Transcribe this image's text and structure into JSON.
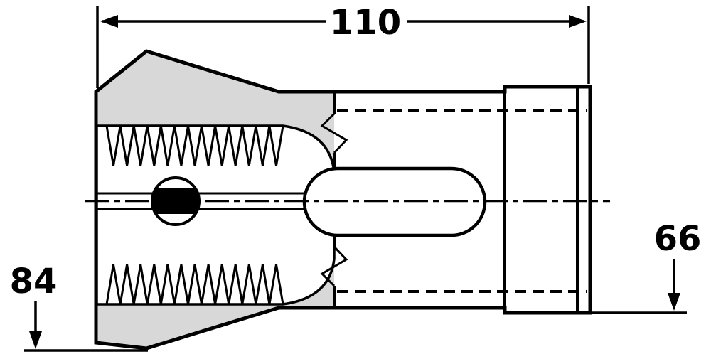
{
  "drawing": {
    "dimensions": {
      "overall_length": "110",
      "front_diameter": "84",
      "rear_diameter": "66"
    },
    "colors": {
      "line": "#000000",
      "section_fill": "#d8d8d8",
      "background": "#ffffff"
    }
  }
}
